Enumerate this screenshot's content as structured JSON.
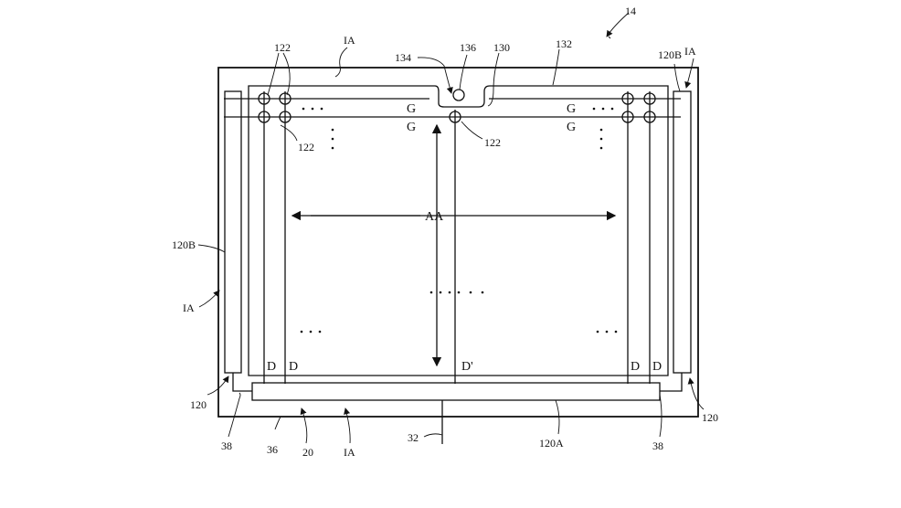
{
  "figure": {
    "ref_device": "14",
    "labels": {
      "ia_top": "IA",
      "ia_top_right": "IA",
      "ia_left": "IA",
      "ia_bottom": "IA",
      "r120b_left": "120B",
      "r120b_right": "120B",
      "r120_left": "120",
      "r120_right": "120",
      "r120a": "120A",
      "r122_top": "122",
      "r122_left": "122",
      "r122_mid": "122",
      "r130": "130",
      "r132": "132",
      "r134": "134",
      "r136": "136",
      "r38_left": "38",
      "r38_right": "38",
      "r36": "36",
      "r20": "20",
      "r32": "32",
      "aa": "AA",
      "g1": "G",
      "g2": "G",
      "g3": "G",
      "g4": "G",
      "d1": "D",
      "d2": "D",
      "d_prime": "D'",
      "d3": "D",
      "d4": "D",
      "dots_h": "• • •"
    }
  }
}
